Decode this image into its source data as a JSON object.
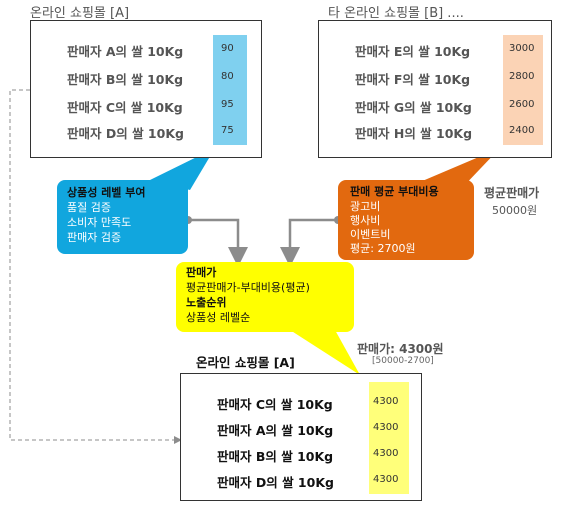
{
  "colors": {
    "score_blue": "#7fd0ef",
    "score_peach": "#fbd3b5",
    "score_yellow": "#ffff7a",
    "callout_blue": "#11a6de",
    "callout_orange": "#e2690f",
    "callout_yellow": "#ffff00",
    "connector": "#8c8c8c"
  },
  "shop_a_top": {
    "title": "온라인 쇼핑몰 [A]",
    "items": [
      {
        "label": "판매자 A의 쌀 10Kg",
        "score": "90"
      },
      {
        "label": "판매자 B의 쌀 10Kg",
        "score": "80"
      },
      {
        "label": "판매자 C의 쌀 10Kg",
        "score": "95"
      },
      {
        "label": "판매자 D의 쌀 10Kg",
        "score": "75"
      }
    ]
  },
  "shop_b": {
    "title": "타 온라인 쇼핑몰 [B] ....",
    "items": [
      {
        "label": "판매자 E의 쌀 10Kg",
        "price": "3000"
      },
      {
        "label": "판매자 F의 쌀 10Kg",
        "price": "2800"
      },
      {
        "label": "판매자 G의 쌀 10Kg",
        "price": "2600"
      },
      {
        "label": "판매자 H의 쌀 10Kg",
        "price": "2400"
      }
    ]
  },
  "callout_quality": {
    "title": "상품성 레벨 부여",
    "lines": [
      "품질 검증",
      "소비자 만족도",
      "판매자 검증"
    ]
  },
  "callout_cost": {
    "title": "판매 평균 부대비용",
    "lines": [
      "광고비",
      "행사비",
      "이벤트비",
      "평균: 2700원"
    ]
  },
  "avg_price": {
    "label": "평균판매가",
    "value": "50000원"
  },
  "callout_result": {
    "title1": "판매가",
    "line1": "평균판매가-부대비용(평균)",
    "title2": "노출순위",
    "line2": "상품성 레벨순"
  },
  "sale_price": {
    "label": "판매가: 4300원",
    "formula": "[50000-2700]"
  },
  "shop_a_bottom": {
    "title": "온라인 쇼핑몰 [A]",
    "items": [
      {
        "label": "판매자 C의 쌀 10Kg",
        "price": "4300"
      },
      {
        "label": "판매자 A의 쌀 10Kg",
        "price": "4300"
      },
      {
        "label": "판매자 B의 쌀 10Kg",
        "price": "4300"
      },
      {
        "label": "판매자 D의 쌀 10Kg",
        "price": "4300"
      }
    ]
  }
}
